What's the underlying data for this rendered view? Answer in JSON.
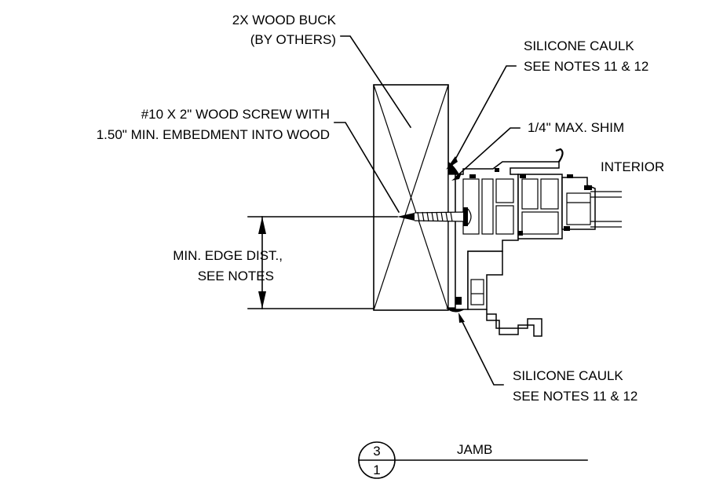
{
  "labels": {
    "wood_buck_1": "2X WOOD BUCK",
    "wood_buck_2": "(BY OTHERS)",
    "caulk_top_1": "SILICONE CAULK",
    "caulk_top_2": "SEE NOTES 11 & 12",
    "screw_1": "#10 X 2\" WOOD SCREW WITH",
    "screw_2": "1.50\" MIN. EMBEDMENT INTO WOOD",
    "shim": "1/4\" MAX. SHIM",
    "interior": "INTERIOR",
    "edge_1": "MIN. EDGE DIST.,",
    "edge_2": "SEE NOTES",
    "caulk_bottom_1": "SILICONE CAULK",
    "caulk_bottom_2": "SEE NOTES 11 & 12"
  },
  "section_tag": {
    "detail_number": "3",
    "sheet_number": "1",
    "title": "JAMB"
  }
}
